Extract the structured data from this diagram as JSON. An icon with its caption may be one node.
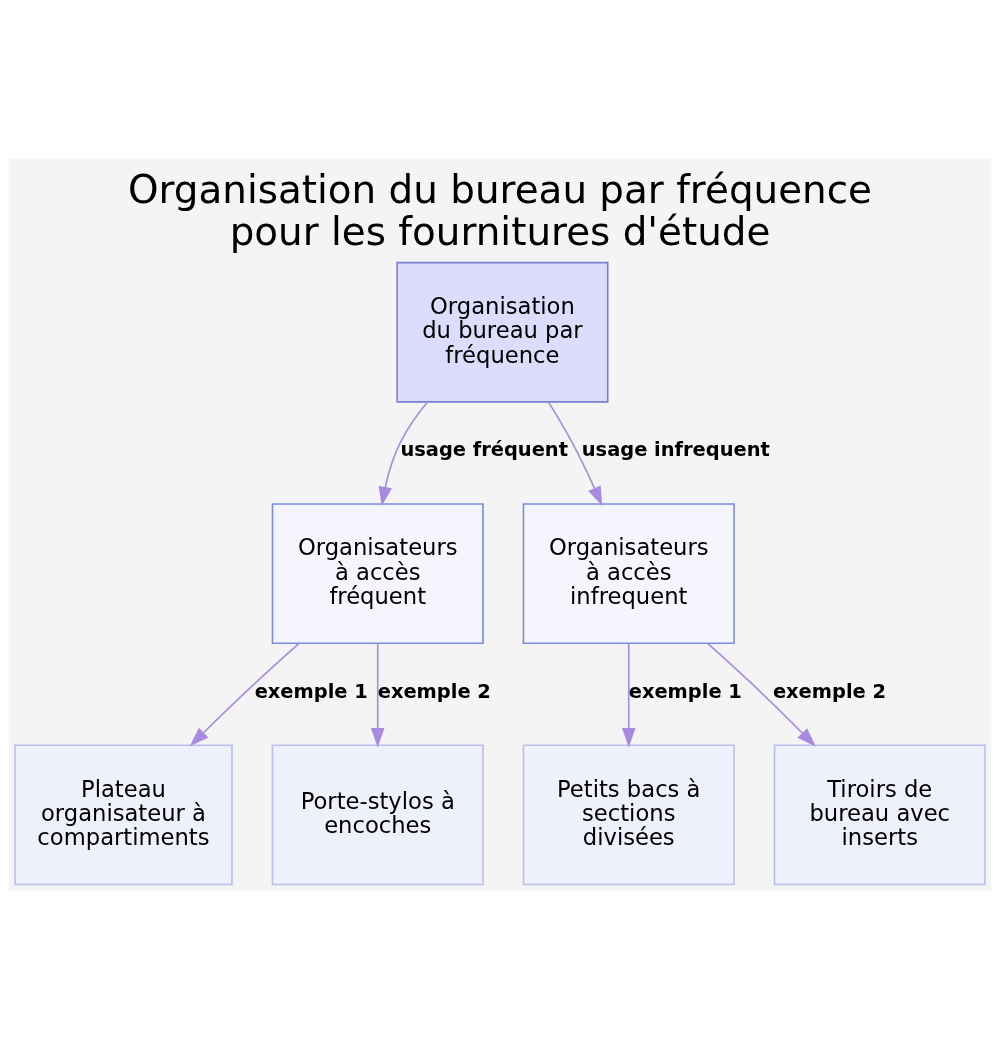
{
  "diagram": {
    "title": "Organisation du bureau par fréquence pour les fournitures d'étude",
    "nodes": [
      {
        "text": [
          "Organisation du bureau par fréquence"
        ]
      },
      {
        "text": [
          "Organisateurs à accès fréquent"
        ]
      },
      {
        "text": [
          "Organisateurs à accès infrequent"
        ]
      },
      {
        "text": [
          "Plateau organisateur à compartiments"
        ]
      },
      {
        "text": [
          "Porte-stylos à encoches"
        ]
      },
      {
        "text": [
          "Petits bacs à sections divisées"
        ]
      },
      {
        "text": [
          "Tiroirs de bureau avec inserts"
        ]
      }
    ],
    "edges": [
      {
        "from": 0,
        "to": 1,
        "arrow": "to",
        "label": "usage fréquent"
      },
      {
        "from": 0,
        "to": 2,
        "arrow": "to",
        "label": "usage infrequent"
      },
      {
        "from": 1,
        "to": 3,
        "arrow": "to",
        "label": "exemple 1"
      },
      {
        "from": 1,
        "to": 4,
        "arrow": "to",
        "label": "exemple 2"
      },
      {
        "from": 2,
        "to": 5,
        "arrow": "to",
        "label": "exemple 1"
      },
      {
        "from": 2,
        "to": 6,
        "arrow": "to",
        "label": "exemple 2"
      }
    ]
  }
}
